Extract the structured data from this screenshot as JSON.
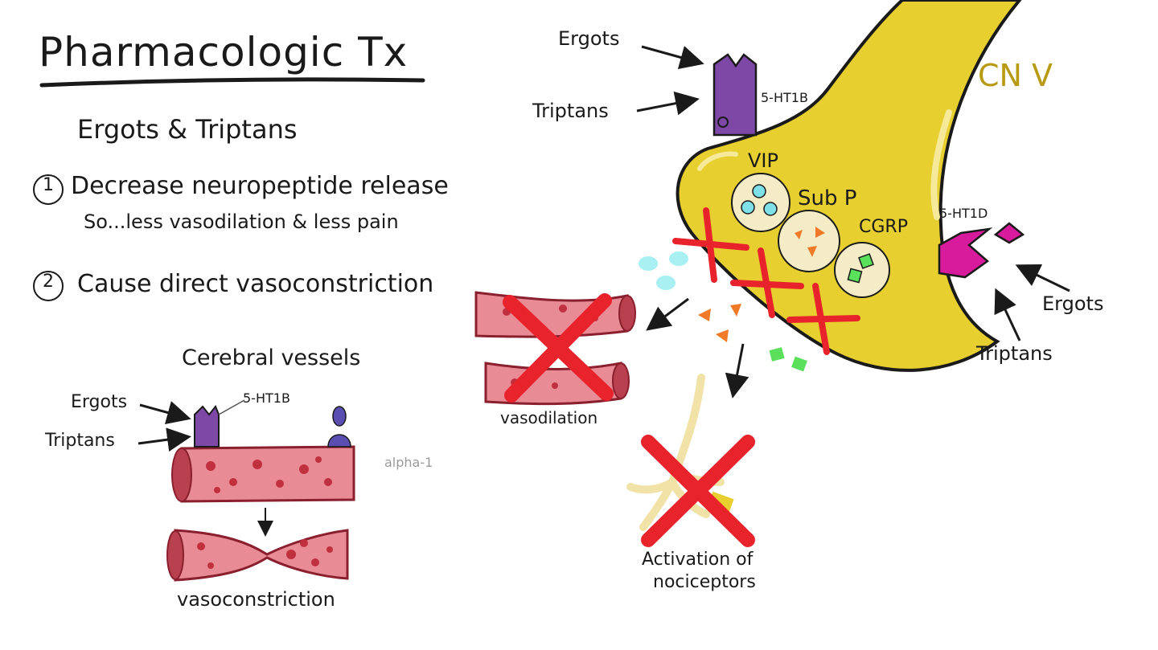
{
  "title": "Pharmacologic Tx",
  "subtitle": "Ergots & Triptans",
  "points": [
    {
      "number": "1",
      "text": "Decrease neuropeptide release",
      "sub": "So...less vasodilation & less pain"
    },
    {
      "number": "2",
      "text": "Cause direct vasoconstriction"
    }
  ],
  "vessels": {
    "heading": "Cerebral vessels",
    "ergots": "Ergots",
    "triptans": "Triptans",
    "receptor": "5-HT1B",
    "alpha": "alpha-1",
    "result": "vasoconstriction"
  },
  "neuron": {
    "label": "CN V",
    "top_ergots": "Ergots",
    "top_triptans": "Triptans",
    "top_receptor": "5-HT1B",
    "right_receptor": "5-HT1D",
    "right_ergots": "Ergots",
    "right_triptans": "Triptans",
    "peptides": [
      "VIP",
      "Sub P",
      "CGRP"
    ],
    "vasodilation": "vasodilation",
    "nociceptors_line1": "Activation of",
    "nociceptors_line2": "nociceptors"
  },
  "colors": {
    "nerve": "#e6cf2e",
    "nerve_outline": "#1a1a1a",
    "receptor_1b": "#7d48a6",
    "receptor_1d": "#d81b9c",
    "vessel": "#e98b95",
    "vessel_dark": "#8a1f2d",
    "cross": "#e8232b",
    "vip": "#7fe0e8",
    "subp": "#f07a28",
    "cgrp": "#5be05b",
    "alpha_receptor": "#5a4fb0"
  }
}
